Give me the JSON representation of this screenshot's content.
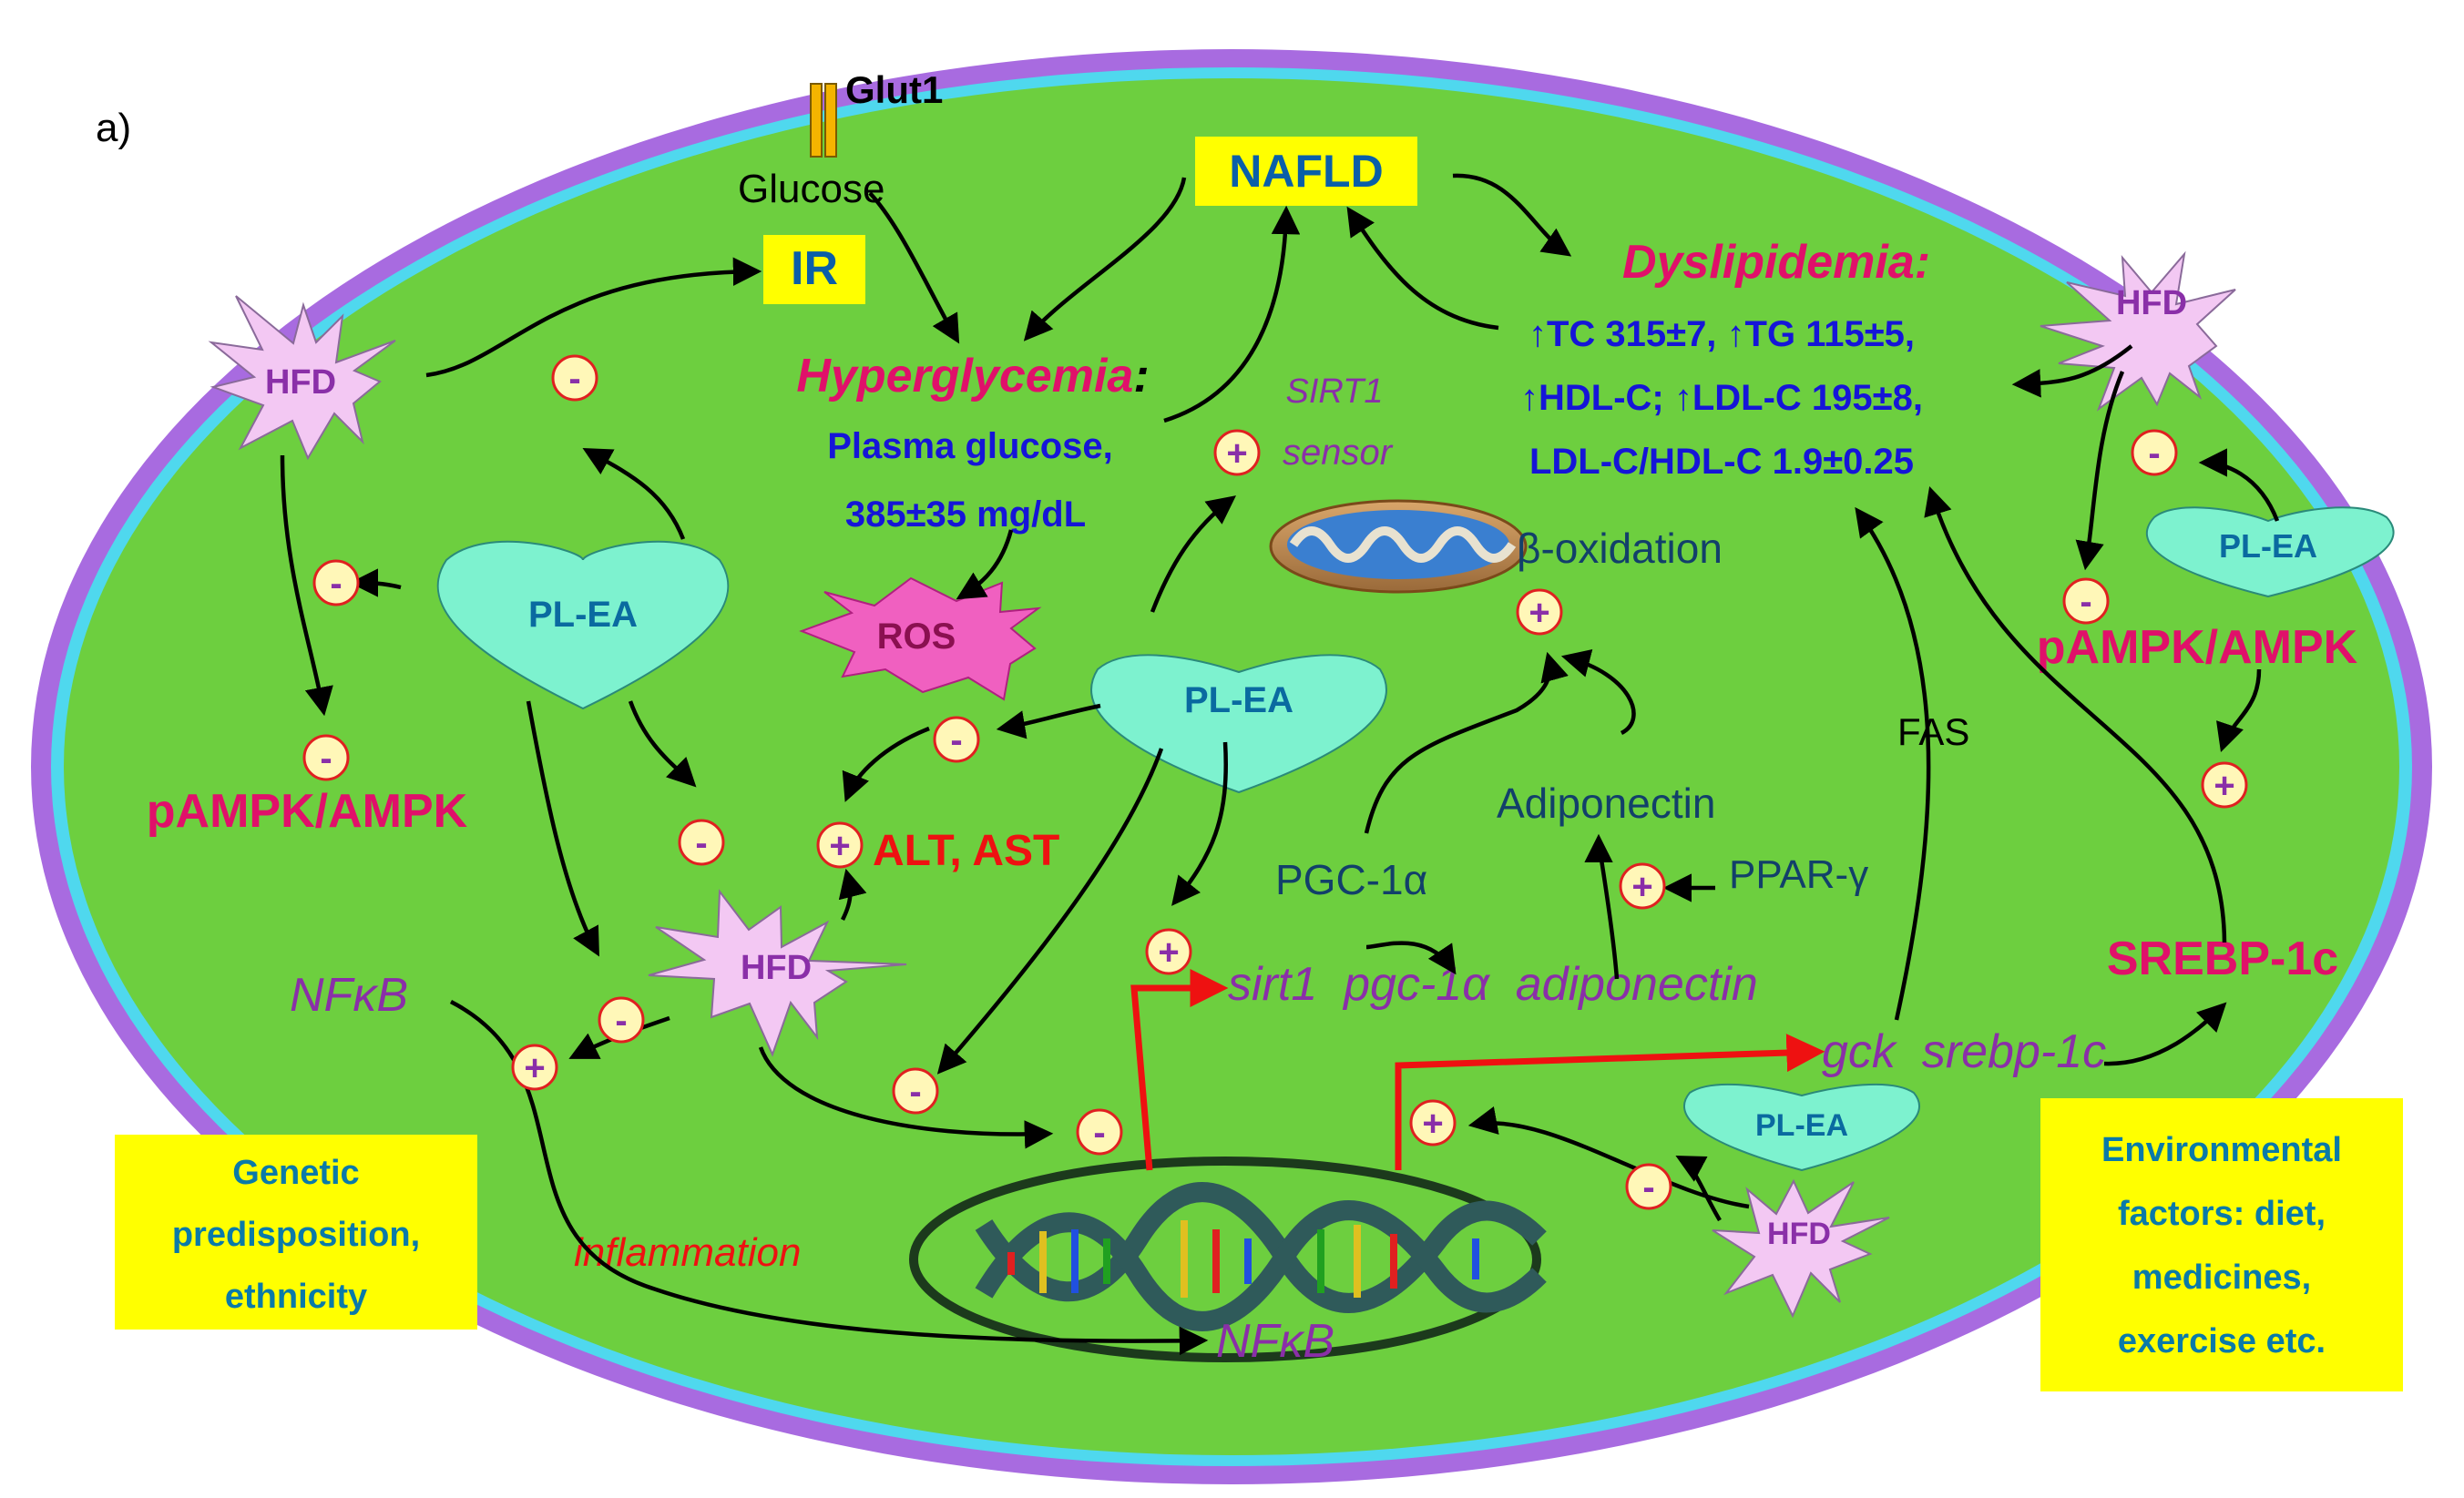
{
  "panel_label": "a)",
  "glut1": "Glut1",
  "glucose": "Glucose",
  "ir": "IR",
  "nafld": "NAFLD",
  "hyperglycemia": {
    "title": "Hyperglycemia",
    "colon": ":",
    "line1": "Plasma glucose,",
    "line2": "385±35 mg/dL"
  },
  "sirt1_sensor": {
    "line1": "SIRT1",
    "line2": "sensor"
  },
  "dyslipidemia": {
    "title": "Dyslipidemia:",
    "line1": "↑TC 315±7, ↑TG 115±5,",
    "line2": "↑HDL-C; ↑LDL-C 195±8,",
    "line3": "LDL-C/HDL-C  1.9±0.25"
  },
  "hfd": "HFD",
  "pl_ea": "PL-EA",
  "ros": "ROS",
  "pampk_left": "pAMPK/AMPK",
  "pampk_right": "pAMPK/AMPK",
  "alt_ast": "ALT, AST",
  "beta_oxidation": "β-oxidation",
  "adiponectin_protein": "Adiponectin",
  "pgc1a_protein": "PGC-1α",
  "ppar": "PPAR-γ",
  "fas": "FAS",
  "srebp_protein": "SREBP-1c",
  "genes_row1": "sirt1  pgc-1α  adiponectin",
  "genes_row2": "gck  srebp-1c",
  "nfkb_left": "NFκB",
  "nfkb_gene": "NFκB",
  "inflammation": "inflammation",
  "genetic_box": {
    "line1": "Genetic",
    "line2": "predisposition,",
    "line3": "ethnicity"
  },
  "environment_box": {
    "line1": "Environmental",
    "line2": "factors: diet,",
    "line3": "medicines,",
    "line4": "exercise etc."
  },
  "signs": {
    "plus": "+",
    "minus": "-"
  },
  "colors": {
    "cell_fill": "#6dcf3f",
    "membrane_outer": "#a86be0",
    "membrane_inner": "#4fd8ee",
    "yellow_box": "#ffff00",
    "hfd_star": "#f3c8f3",
    "pl_ea_heart": "#7df2cf",
    "ros_star": "#f060c0",
    "magenta_text": "#e0106a",
    "blue_text": "#1515d8",
    "dark_blue_text": "#12406a",
    "purple_text": "#8a2fa8",
    "arrow": "#000000",
    "red_arrow": "#ee1111"
  }
}
